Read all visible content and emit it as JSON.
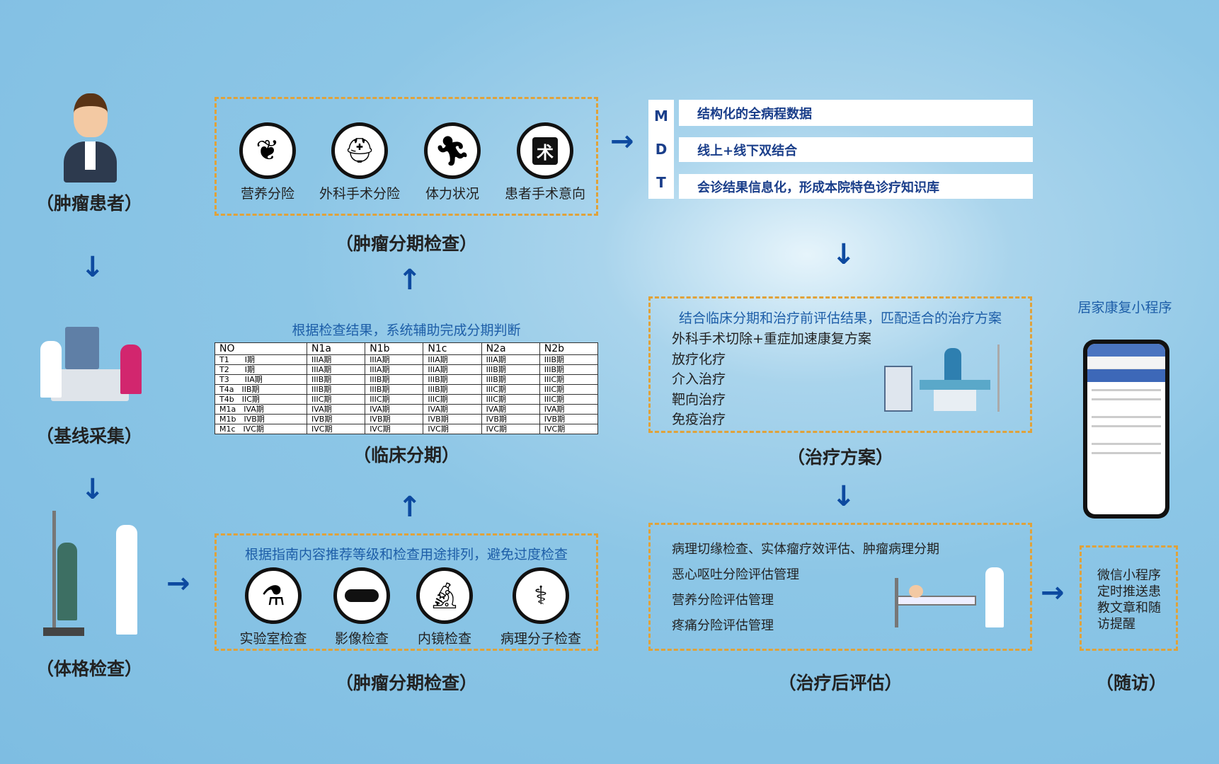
{
  "patient": {
    "label": "（肿瘤患者）"
  },
  "baseline": {
    "label": "（基线采集）"
  },
  "physical": {
    "label": "（体格检查）"
  },
  "staging_top": {
    "items": [
      {
        "icon": "leaf-icon",
        "label": "营养分险"
      },
      {
        "icon": "surgery-icon",
        "label": "外科手术分险"
      },
      {
        "icon": "running-icon",
        "label": "体力状况"
      },
      {
        "icon": "surgery-consent-icon",
        "label": "患者手术意向",
        "glyph": "术"
      }
    ],
    "caption": "（肿瘤分期检查）"
  },
  "clinical": {
    "caption_top": "根据检查结果，系统辅助完成分期判断",
    "caption": "（临床分期）",
    "headers": [
      "NO",
      "N1a",
      "N1b",
      "N1c",
      "N2a",
      "N2b"
    ],
    "rows": [
      [
        "T1　　I期",
        "IIIA期",
        "IIIA期",
        "IIIA期",
        "IIIA期",
        "IIIB期"
      ],
      [
        "T2　　I期",
        "IIIA期",
        "IIIA期",
        "IIIA期",
        "IIIB期",
        "IIIB期"
      ],
      [
        "T3　　IIA期",
        "IIIB期",
        "IIIB期",
        "IIIB期",
        "IIIB期",
        "IIIC期"
      ],
      [
        "T4a　IIB期",
        "IIIB期",
        "IIIB期",
        "IIIB期",
        "IIIC期",
        "IIIC期"
      ],
      [
        "T4b　IIC期",
        "IIIC期",
        "IIIC期",
        "IIIC期",
        "IIIC期",
        "IIIC期"
      ],
      [
        "M1a　IVA期",
        "IVA期",
        "IVA期",
        "IVA期",
        "IVA期",
        "IVA期"
      ],
      [
        "M1b　IVB期",
        "IVB期",
        "IVB期",
        "IVB期",
        "IVB期",
        "IVB期"
      ],
      [
        "M1c　IVC期",
        "IVC期",
        "IVC期",
        "IVC期",
        "IVC期",
        "IVC期"
      ]
    ]
  },
  "staging_bottom": {
    "header": "根据指南内容推荐等级和检查用途排列，避免过度检查",
    "items": [
      {
        "icon": "flask-icon",
        "label": "实验室检查"
      },
      {
        "icon": "imaging-scanner-icon",
        "label": "影像检查"
      },
      {
        "icon": "microscope-icon",
        "label": "内镜检查"
      },
      {
        "icon": "stethoscope-icon",
        "label": "病理分子检查"
      }
    ],
    "caption": "（肿瘤分期检查）"
  },
  "mdt": {
    "letters": [
      "M",
      "D",
      "T"
    ],
    "bars": [
      "结构化的全病程数据",
      "线上+线下双结合",
      "会诊结果信息化，形成本院特色诊疗知识库"
    ]
  },
  "treatment": {
    "header": "结合临床分期和治疗前评估结果，匹配适合的治疗方案",
    "items": [
      "外科手术切除+重症加速康复方案",
      "放疗化疗",
      "介入治疗",
      "靶向治疗",
      "免疫治疗"
    ],
    "caption": "（治疗方案）"
  },
  "post_eval": {
    "items": [
      "病理切缘检查、实体瘤疗效评估、肿瘤病理分期",
      "恶心呕吐分险评估管理",
      "营养分险评估管理",
      "疼痛分险评估管理"
    ],
    "caption": "（治疗后评估）"
  },
  "followup": {
    "app_title": "居家康复小程序",
    "lines": [
      "微信小程序",
      "定时推送患",
      "教文章和随",
      "访提醒"
    ],
    "caption": "（随访）"
  },
  "colors": {
    "accent": "#0d4aa0",
    "dash": "#e0a23a",
    "text_blue": "#1d5ea8"
  }
}
